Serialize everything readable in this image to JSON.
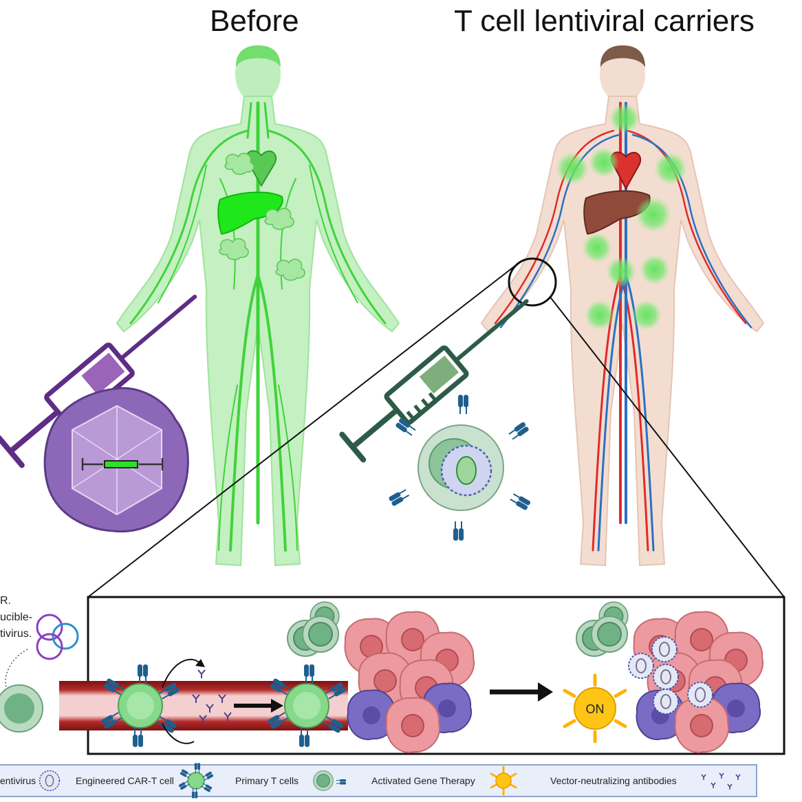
{
  "titles": {
    "before": "Before",
    "after": "T cell lentiviral carriers"
  },
  "left_fragment": {
    "line1": "R.",
    "line2": "ucible-",
    "line3": "tivirus."
  },
  "on_label": "ON",
  "legend": {
    "items": [
      {
        "label": "entivirus",
        "icon": "lentivirus-icon"
      },
      {
        "label": "Engineered CAR-T cell",
        "icon": "car-t-cell-icon"
      },
      {
        "label": "Primary T cells",
        "icon": "primary-t-cell-icon"
      },
      {
        "label": "Activated Gene Therapy",
        "icon": "activated-gene-therapy-icon"
      },
      {
        "label": "Vector-neutralizing antibodies",
        "icon": "antibodies-icon"
      }
    ]
  },
  "colors": {
    "green_body": "#b6ecb4",
    "green_vessel": "#3fd33a",
    "purple_syringe": "#5e2d86",
    "dark_green_syringe": "#2e5b48",
    "skin": "#f3ddd0",
    "artery": "#e02a2a",
    "vein": "#2a6fc4",
    "vessel_wall": "#8b1c1c",
    "tumor": "#e9888e",
    "tumor_purple": "#6a5bb0",
    "cart_green": "#86d98b",
    "activated_yellow": "#ffc515",
    "legend_bg": "#e8eefa"
  }
}
